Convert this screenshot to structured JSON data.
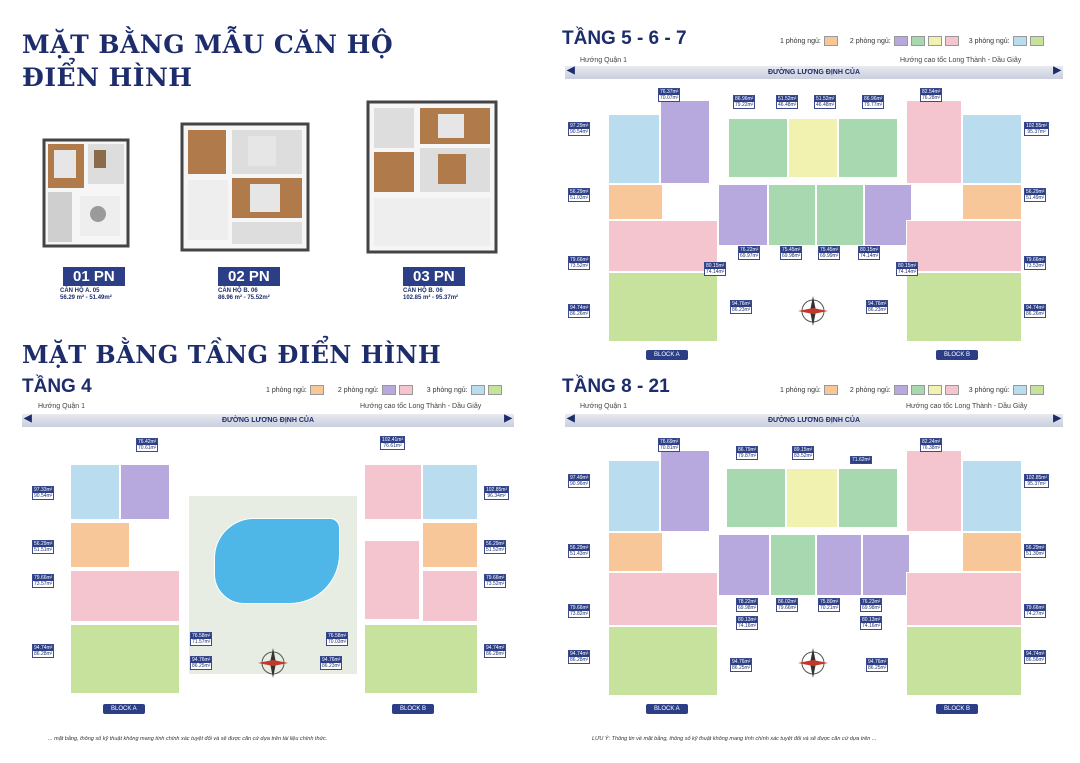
{
  "left": {
    "title_line1": "MẶT BẰNG MẪU CĂN HỘ",
    "title_line2": "ĐIỂN HÌNH",
    "apartments": [
      {
        "badge": "01 PN",
        "name": "CĂN HỘ A. 05",
        "area": "56.29 m² - 51.49m²"
      },
      {
        "badge": "02 PN",
        "name": "CĂN HỘ B. 06",
        "area": "86.96 m² - 75.52m²"
      },
      {
        "badge": "03 PN",
        "name": "CĂN HỘ B. 06",
        "area": "102.85 m² - 95.37m²"
      }
    ],
    "section_title": "MẶT BẰNG TẦNG ĐIỂN HÌNH",
    "floor4": {
      "title": "TẦNG 4",
      "legend": [
        "1 phòng ngủ:",
        "2 phòng ngủ:",
        "3 phòng ngủ:"
      ],
      "dir_left": "Hướng Quận 1",
      "dir_right": "Hướng cao tốc Long Thành - Dầu Giây",
      "road": "ĐƯỜNG LƯƠNG ĐỊNH CỦA",
      "block_a": "BLOCK A",
      "block_b": "BLOCK B",
      "areas": [
        "76.42m²|70.61m²",
        "97.33m²|90.54m²",
        "56.29m²|51.51m²",
        "79.66m²|73.57m²",
        "94.74m²|86.28m²",
        "76.58m²|71.57m²",
        "94.76m²|86.25m²",
        "102.41m²|76.61m²",
        "102.85m²|96.34m²",
        "56.29m²|51.52m²",
        "79.66m²|73.52m²",
        "76.58m²|70.03m²",
        "94.76m²|86.23m²",
        "94.74m²|86.28m²"
      ]
    },
    "note": "... mặt bằng, thông số kỹ thuật không mang tính chính xác tuyệt đối và sẽ được căn cứ dựa trên tài liệu chính thức."
  },
  "right": {
    "floor567": {
      "title": "TẦNG 5 - 6 - 7",
      "legend": [
        "1 phòng ngủ:",
        "2 phòng ngủ:",
        "3 phòng ngủ:"
      ],
      "dir_left": "Hướng Quận 1",
      "dir_right": "Hướng cao tốc Long Thành - Dầu Giây",
      "road": "ĐƯỜNG LƯƠNG ĐỊNH CỦA",
      "block_a": "BLOCK A",
      "block_b": "BLOCK B",
      "areas": [
        "76.37m²|70.07m²",
        "86.96m²|79.22m²",
        "51.52m²|46.48m²",
        "51.52m²|46.48m²",
        "86.96m²|79.77m²",
        "82.54m²|76.28m²",
        "97.29m²|90.54m²",
        "102.55m²|95.37m²",
        "56.29m²|51.03m²",
        "56.29m²|51.49m²",
        "76.22m²|69.97m²",
        "75.45m²|69.98m²",
        "75.45m²|69.99m²",
        "80.15m²|74.14m²",
        "80.15m²|74.14m²",
        "80.15m²|74.14m²",
        "79.66m²|73.52m²",
        "79.66m²|73.53m²",
        "94.74m²|86.26m²",
        "94.76m²|86.23m²",
        "94.76m²|86.23m²",
        "94.74m²|86.26m²"
      ]
    },
    "floor821": {
      "title": "TẦNG 8 - 21",
      "legend": [
        "1 phòng ngủ:",
        "2 phòng ngủ:",
        "3 phòng ngủ:"
      ],
      "dir_left": "Hướng Quận 1",
      "dir_right": "Hướng cao tốc Long Thành - Dầu Giây",
      "road": "ĐƯỜNG LƯƠNG ĐỊNH CỦA",
      "block_a": "BLOCK A",
      "block_b": "BLOCK B",
      "areas": [
        "76.69m²|70.81m²",
        "86.79m²|79.87m²",
        "89.15m²|83.52m²",
        "71.62m²",
        "82.24m²|76.38m²",
        "97.49m²|90.96m²",
        "102.85m²|95.37m²",
        "56.29m²|51.43m²",
        "56.29m²|51.30m²",
        "78.22m²|69.98m²",
        "86.02m²|79.66m²",
        "75.80m²|70.21m²",
        "76.23m²|69.98m²",
        "80.13m²|74.16m²",
        "80.13m²|74.16m²",
        "79.66m²|73.82m²",
        "79.66m²|74.27m²",
        "94.74m²|86.28m²",
        "94.76m²|86.25m²",
        "94.76m²|86.25m²",
        "94.74m²|86.56m²"
      ]
    },
    "note": "LƯU Ý: Thông tin về mặt bằng, thông số kỹ thuật không mang tính chính xác tuyệt đối và sẽ được căn cứ dựa trên ..."
  },
  "colors": {
    "one_bed": "#f7c79a",
    "two_bed": [
      "#b7a9dd",
      "#a8d8b0",
      "#f1f1b0",
      "#f4c4cf"
    ],
    "three_bed": [
      "#b9dcef",
      "#c6e29c"
    ],
    "navy": "#2c3f86"
  }
}
